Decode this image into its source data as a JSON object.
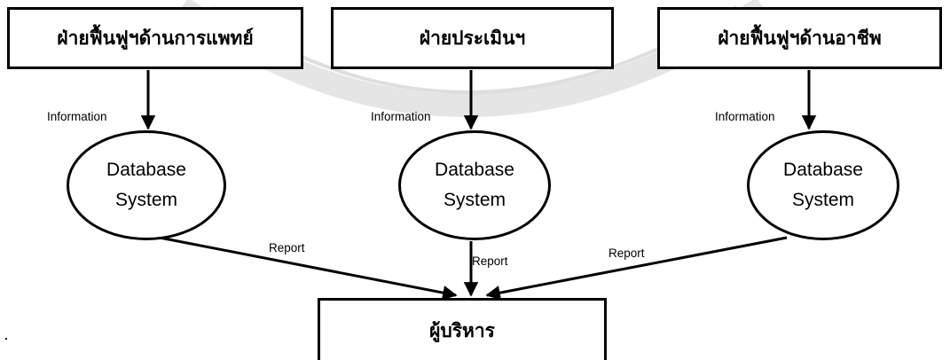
{
  "boxes": {
    "medical": "ฝ่ายฟื้นฟูฯด้านการแพทย์",
    "assess": "ฝ่ายประเมินฯ",
    "career": "ฝ่ายฟื้นฟูฯด้านอาชีพ",
    "executive": "ผู้บริหาร"
  },
  "database": {
    "line1": "Database",
    "line2": "System"
  },
  "labels": {
    "information": "Information",
    "report": "Report"
  },
  "colors": {
    "ink": "#000000",
    "watermark": "#b5b5b5"
  }
}
